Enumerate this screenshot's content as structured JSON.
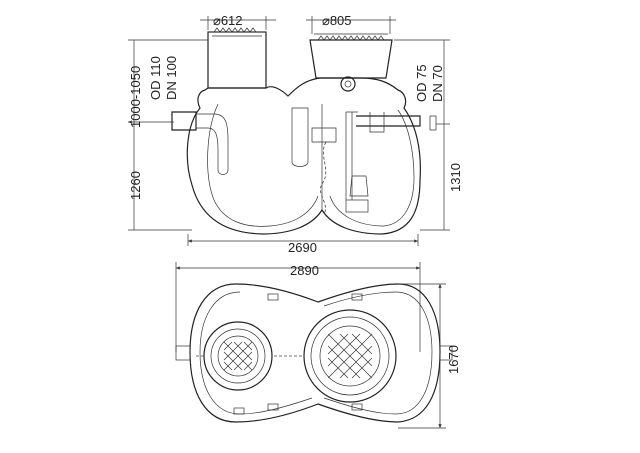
{
  "dimensions": {
    "top_left_diameter": "⌀612",
    "top_right_diameter": "⌀805",
    "height_1000_1050": "1000-1050",
    "od_110": "OD 110",
    "dn_100": "DN 100",
    "od_75": "OD 75",
    "dn_70": "DN 70",
    "height_1260": "1260",
    "height_1310": "1310",
    "width_2690": "2690",
    "width_2890": "2890",
    "depth_1670": "1670"
  }
}
